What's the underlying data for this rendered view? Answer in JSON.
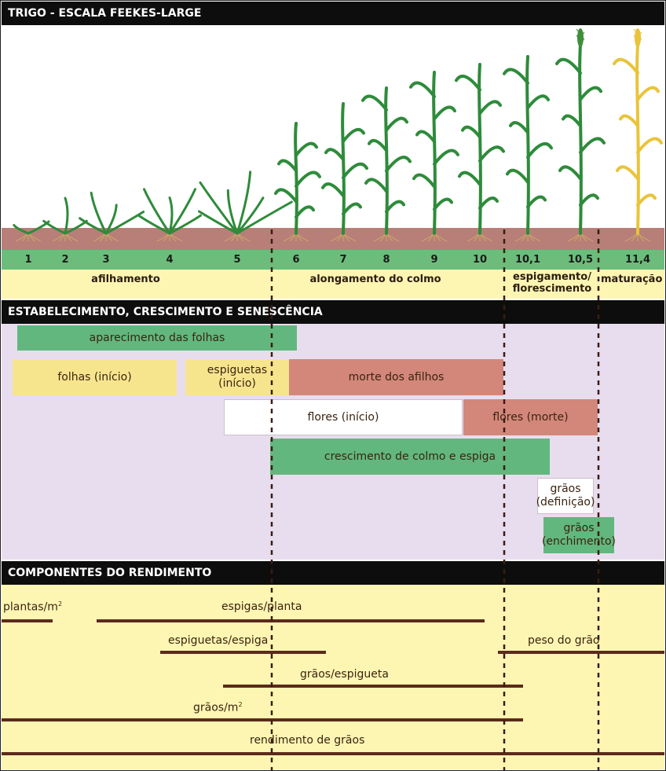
{
  "headers": {
    "title": "TRIGO - ESCALA FEEKES-LARGE",
    "section2": "ESTABELECIMENTO, CRESCIMENTO E SENESCÊNCIA",
    "section3": "COMPONENTES DO RENDIMENTO"
  },
  "stages": [
    "1",
    "2",
    "3",
    "4",
    "5",
    "6",
    "7",
    "8",
    "9",
    "10",
    "10,1",
    "10,5",
    "11,4"
  ],
  "phases": {
    "p1": "afilhamento",
    "p2": "alongamento do colmo",
    "p3a": "espigamento/",
    "p3b": "florescimento",
    "p4": "maturação"
  },
  "processes": {
    "leaf_appearance": "aparecimento das folhas",
    "leaves_start": "folhas (início)",
    "spikelets_start_a": "espiguetas",
    "spikelets_start_b": "(início)",
    "tiller_death": "morte dos afilhos",
    "flowers_start": "flores (início)",
    "flowers_death": "flores (morte)",
    "stem_spike_growth": "crescimento de colmo e espiga",
    "grain_def_a": "grãos",
    "grain_def_b": "(definição)",
    "grain_fill_a": "grãos",
    "grain_fill_b": "(enchimento)"
  },
  "yield": {
    "plants_m2": "plantas/m",
    "plants_m2_sup": "2",
    "spikes_plant": "espigas/planta",
    "spikelets_spike": "espiguetas/espiga",
    "grain_weight": "peso do grão",
    "grains_spikelet": "grãos/espigueta",
    "grains_m2": "grãos/m",
    "grains_m2_sup": "2",
    "grain_yield": "rendimento de grãos"
  },
  "colors": {
    "header_bg": "#0d0d0d",
    "soil": "#b77f78",
    "stage_band": "#6cbd7b",
    "phase_band": "#fdf6b3",
    "process_bg": "#e8ddee",
    "bar_green": "#62b77e",
    "bar_yellow": "#f7e58e",
    "bar_salmon": "#d3877a",
    "yield_line": "#5c2a1b",
    "plant_green": "#2e8b3a",
    "plant_ripe": "#e9c43a"
  }
}
